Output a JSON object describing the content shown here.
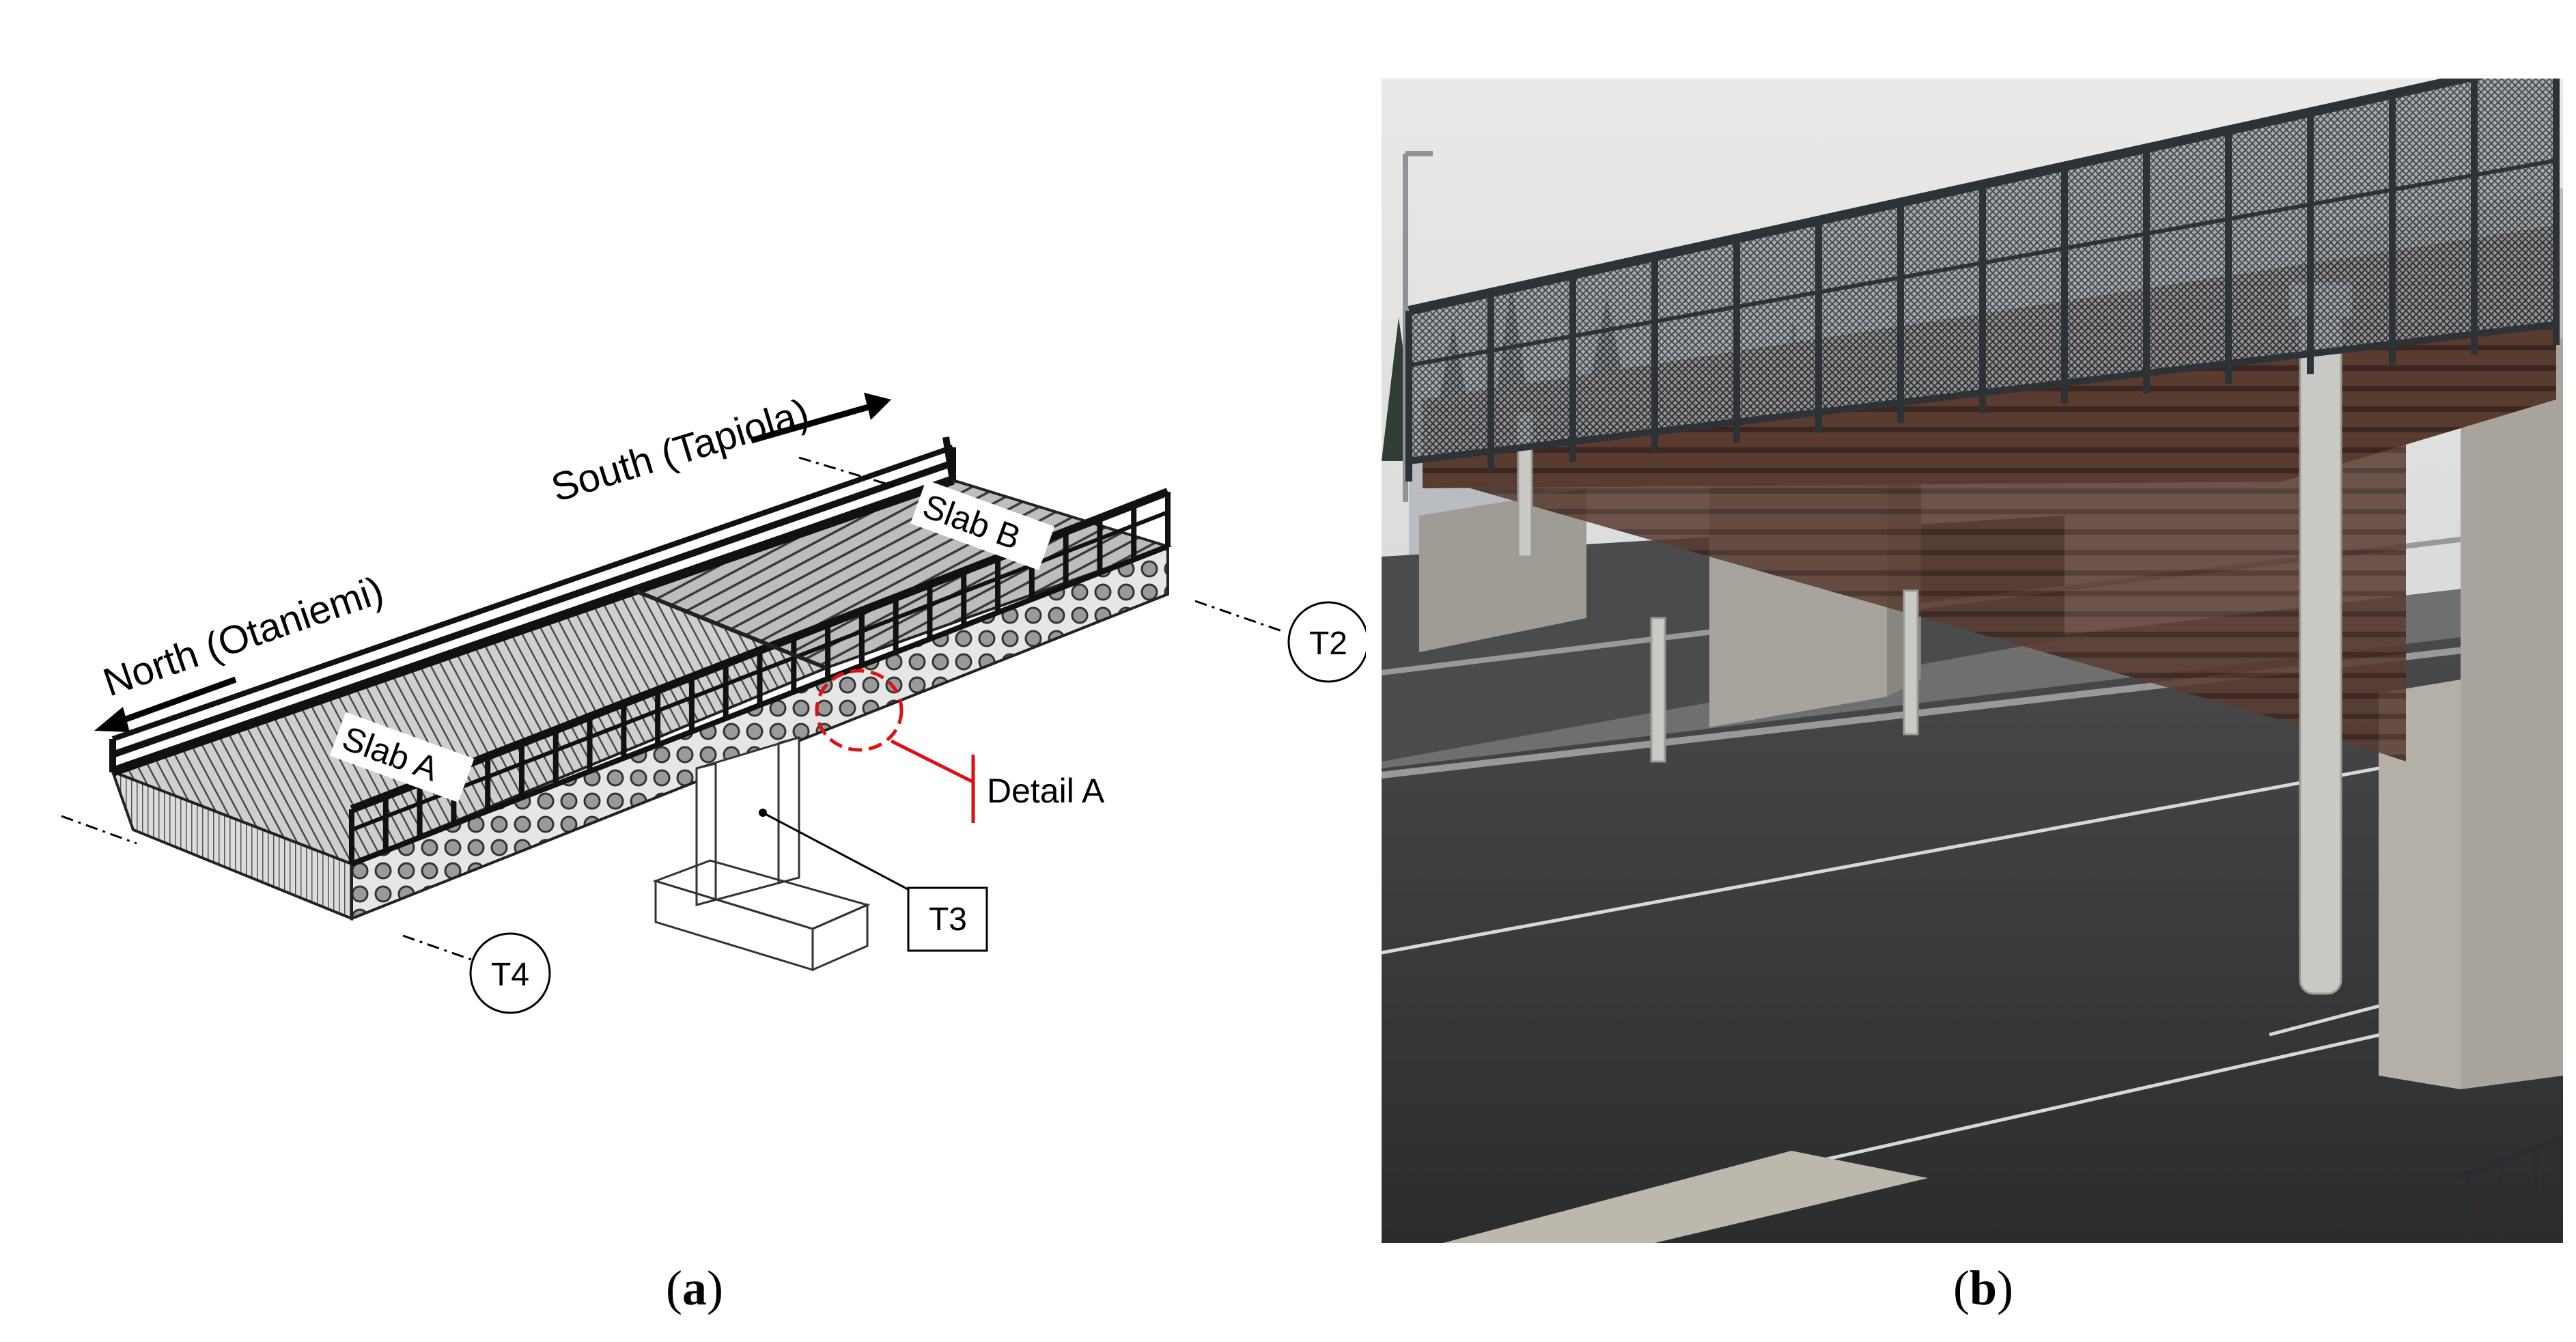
{
  "panel_a": {
    "labels": {
      "north": "North (Otaniemi)",
      "south": "South (Tapiola)",
      "slab_a": "Slab A",
      "slab_b": "Slab B",
      "detail_a": "Detail A",
      "t2": "T2",
      "t3": "T3",
      "t4": "T4"
    },
    "caption_letter": "a"
  },
  "panel_b": {
    "caption_letter": "b"
  },
  "colors": {
    "deck_line": "#333333",
    "rail": "#111111",
    "detail_marker": "#e01010",
    "sky": "#d4d5d6",
    "timber": "#5a3b30",
    "concrete": "#a7a49d",
    "road": "#3a3a3c"
  }
}
